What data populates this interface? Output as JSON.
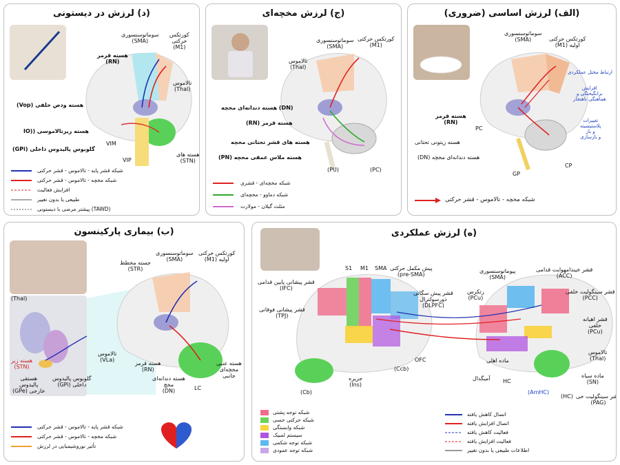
{
  "panels": {
    "a": {
      "title": "(الف) لرزش اساسی (ضروری)",
      "labels": {
        "sma": "سوماتوسنسوری\n(SMA)",
        "m1": "کورتکس حرکتی\nاولیه (M1)",
        "rn": "هسته قرمز\n(RN)",
        "pc_left": "PC",
        "io": "هسته زیتونی تحتانی",
        "dn": "هسته دندانه‌ای مخچه (DN)",
        "gp": "GP",
        "cp": "CP",
        "n1": "ارتباط مختل عملکردی",
        "n2": "افزایش\nبرانگیختگی و\nهماهنگی ناهنجار",
        "n3": "تغییرات\nپلاستیسیته\nو باز\nو بازسازی"
      },
      "legend": [
        "شبکه مخچه - تالاموس - قشر حرکتی"
      ]
    },
    "b": {
      "title": "(ج) لرزش مخچه‌ای",
      "labels": {
        "sma": "سوماتوسنسوری\n(SMA)",
        "m1": "کورتکس حرکتی\n(M1)",
        "thal": "تالاموس\n(Thal)",
        "dn": "(DN) هسته دندانه‌ای مخچه",
        "rn": "هسته قرمز (RN)",
        "pc_nuc": "هسته های قشر تحتانی مخچه",
        "pn": "هسته ملاس عمقی مخچه (PN)",
        "pu": "(PU)",
        "pc": "(PC)"
      },
      "legend": [
        "شبکه مخچه‌ای - قشری",
        "شبکه دماوو - مخچه‌ای",
        "مثلث گیلان - مولارت"
      ]
    },
    "c": {
      "title": "(د) لرزش در دیستونی",
      "labels": {
        "sma": "سوماتوسنسوری\n(SMA)",
        "m1": "کورتکس\nحرکتی\n(M1)",
        "rn": "هسته قرمز\n(RN)",
        "thal": "تالاموس\n(Thal)",
        "vop": "هسته ودص خلفی (Vop)",
        "io": "هسته زیرتالاموسی ((IO",
        "gpi": "گلوبوس پالیدوس داخلی (GPi)",
        "vim": "VIM",
        "vip": "VIP",
        "stn": "هسته های\n(STN)"
      },
      "legend": [
        "شبکه قشر پایه - تالاموس - قشر حرکتی",
        "شبکه مخچه - تالاموس - قشر حرکتی",
        "افزایش فعالیت",
        "طبیعی یا بدون تغییر",
        "(TAWD) پیشتر مرضی با دیستونی"
      ]
    },
    "d": {
      "title": "(ب) بیماری پارکینسون",
      "labels": {
        "str": "جسته مخطط\n(STR)",
        "sma": "سوماتوسنسوری\n(SMA)",
        "m1": "کورتکس حرکتی\nاولیه (M1)",
        "thal": "(Thal)",
        "stn": "هسته زیر\n(STN)",
        "gpe": "هستقی\nپالیدوس\nخارجی (GPe)",
        "gpi": "گلوبوس پالیدوس\nداخلی (GPi)",
        "vla": "تالاموس\n(VLa)",
        "rn": "هسته قرمز\n(RN)",
        "dn": "هسته دندانه‌ای\nمخچ\n(DN)",
        "lc": "LC",
        "lat": "هسته عنبی\nمخچه‌ای\nجانبی"
      },
      "legend": [
        "شبکه قشر پایه - تالاموس - قشر حرکتی",
        "شبکه مخچه - تالاموس - قشر حرکتی",
        "تأثیر نوروشیمیایی در لرزش"
      ]
    },
    "e": {
      "title": "(ه) لرزش عملکردی",
      "labels": {
        "s1": "S1",
        "m1": "M1",
        "sma": "SMA",
        "presma": "پیش مکمل حرکتی\n(pre-SMA)",
        "ifc": "قشر پیشانی پایین قدامی\n(IFC)",
        "dlpfc": "قشر پیش سگانی\nدورسولترال\n(DLPFC)",
        "tpj": "قشر پیشانی فوقانی\n(TPJ)",
        "ofc": "OFC",
        "ccb": "(Ccb)",
        "ins": "جزیره\n(Ins)",
        "cb": "(Cb)",
        "sma2": "پیوماتوسنسوری\n(SMA)",
        "pcu": "رتکرس\n(PCu)",
        "acc": "قشر خیندامهوایت قدامی\n(ACC)",
        "pcc": "قشر سینگولیت خلفی\n(PCC)",
        "pcu2": "قشر اهیانه\nخلفی\n(PCu)",
        "thal": "تالاموس\n(Thal)",
        "gray": "ماده اهلی",
        "amyg": "آمیگدال",
        "hc": "HC",
        "amhc": "(AmHC)",
        "sn": "ماده سیاه\n(SN)",
        "hc2": "(HC)",
        "pag": "قشر سینگولیت خی\n(PAG)"
      },
      "legend_left": [
        "شبکه توجه پشتی",
        "شبکه حرکتی حسی",
        "شبکه وابستگی",
        "سیستم لمبیک",
        "شبکه توجه شکمی",
        "شبکه توجه عمودی"
      ],
      "legend_left_colors": [
        "#f06b8a",
        "#6cd25a",
        "#f9d342",
        "#b054e0",
        "#5fb8ee",
        "#c9a7e8"
      ],
      "legend_right": [
        "اتصال کاهش یافته",
        "اتصال افزایش یافته",
        "فعالیت کاهش یافته",
        "فعالیت افزایش یافته",
        "اطلاعات طبیعی یا بدون تغییر"
      ]
    }
  },
  "colors": {
    "brain": "#f0f0f0",
    "cerebellum": "#59d159",
    "sma": "#f7c9a8",
    "m1": "#f2b084",
    "arrow_red": "#e02020",
    "arrow_blue": "#2030b0",
    "arrow_green": "#2fa82f",
    "arrow_pink": "#d06ad0",
    "arrow_orange": "#f0a030"
  }
}
